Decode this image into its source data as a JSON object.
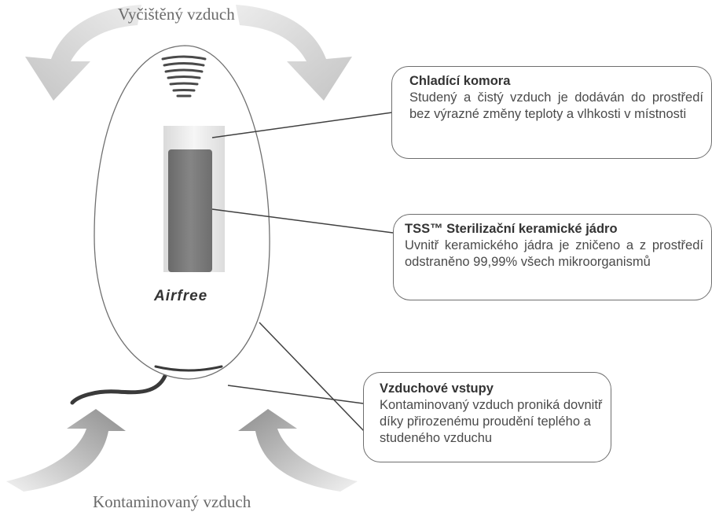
{
  "labels": {
    "top_caption": "Vyčištěný vzduch",
    "bottom_caption": "Kontaminovaný vzduch"
  },
  "device": {
    "brand": "Airfree"
  },
  "callouts": [
    {
      "title": "Chladící komora",
      "text": "Studený a čistý vzduch je dodáván do prostředí bez výrazné změny teploty a vlhkosti v místnosti"
    },
    {
      "title": "TSS™ Sterilizační keramické jádro",
      "text": "Uvnitř keramického jádra je zničeno a z prostředí odstraněno 99,99% všech mikroorganismů"
    },
    {
      "title": "Vzduchové vstupy",
      "text": "Kontaminovaný vzduch proniká dovnitř díky přirozenému proudění teplého a studeného vzduchu"
    }
  ],
  "colors": {
    "arrow_light": "#dcdcdc",
    "arrow_dark": "#9a9a9a",
    "outline": "#707070",
    "core": "#7c7c7c"
  }
}
